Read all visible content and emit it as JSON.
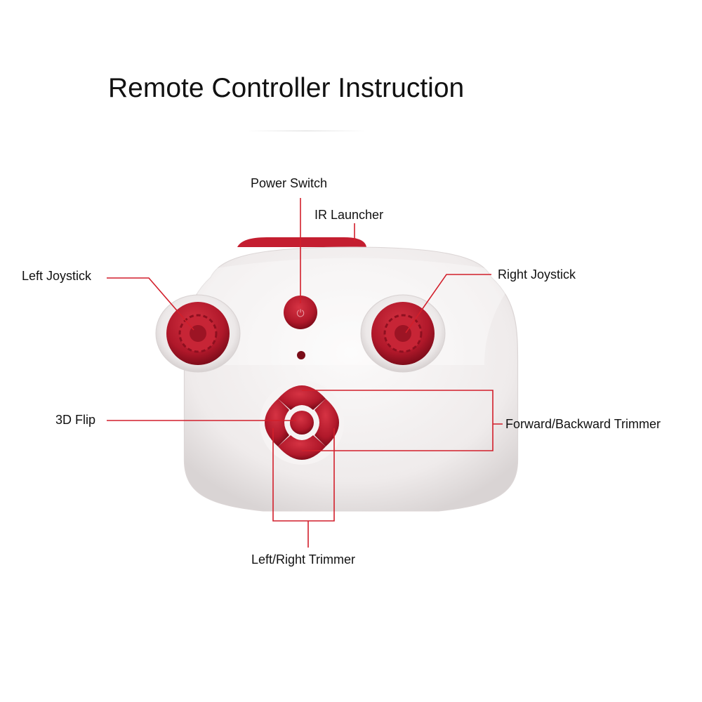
{
  "title": "Remote Controller Instruction",
  "labels": {
    "power_switch": "Power Switch",
    "ir_launcher": "IR Launcher",
    "left_joystick": "Left Joystick",
    "right_joystick": "Right Joystick",
    "flip_3d": "3D Flip",
    "forward_backward_trimmer": "Forward/Backward Trimmer",
    "left_right_trimmer": "Left/Right Trimmer"
  },
  "colors": {
    "leader_line": "#d21f2b",
    "controller_body": "#f2efef",
    "controller_red": "#b0182a",
    "title_text": "#111111"
  }
}
